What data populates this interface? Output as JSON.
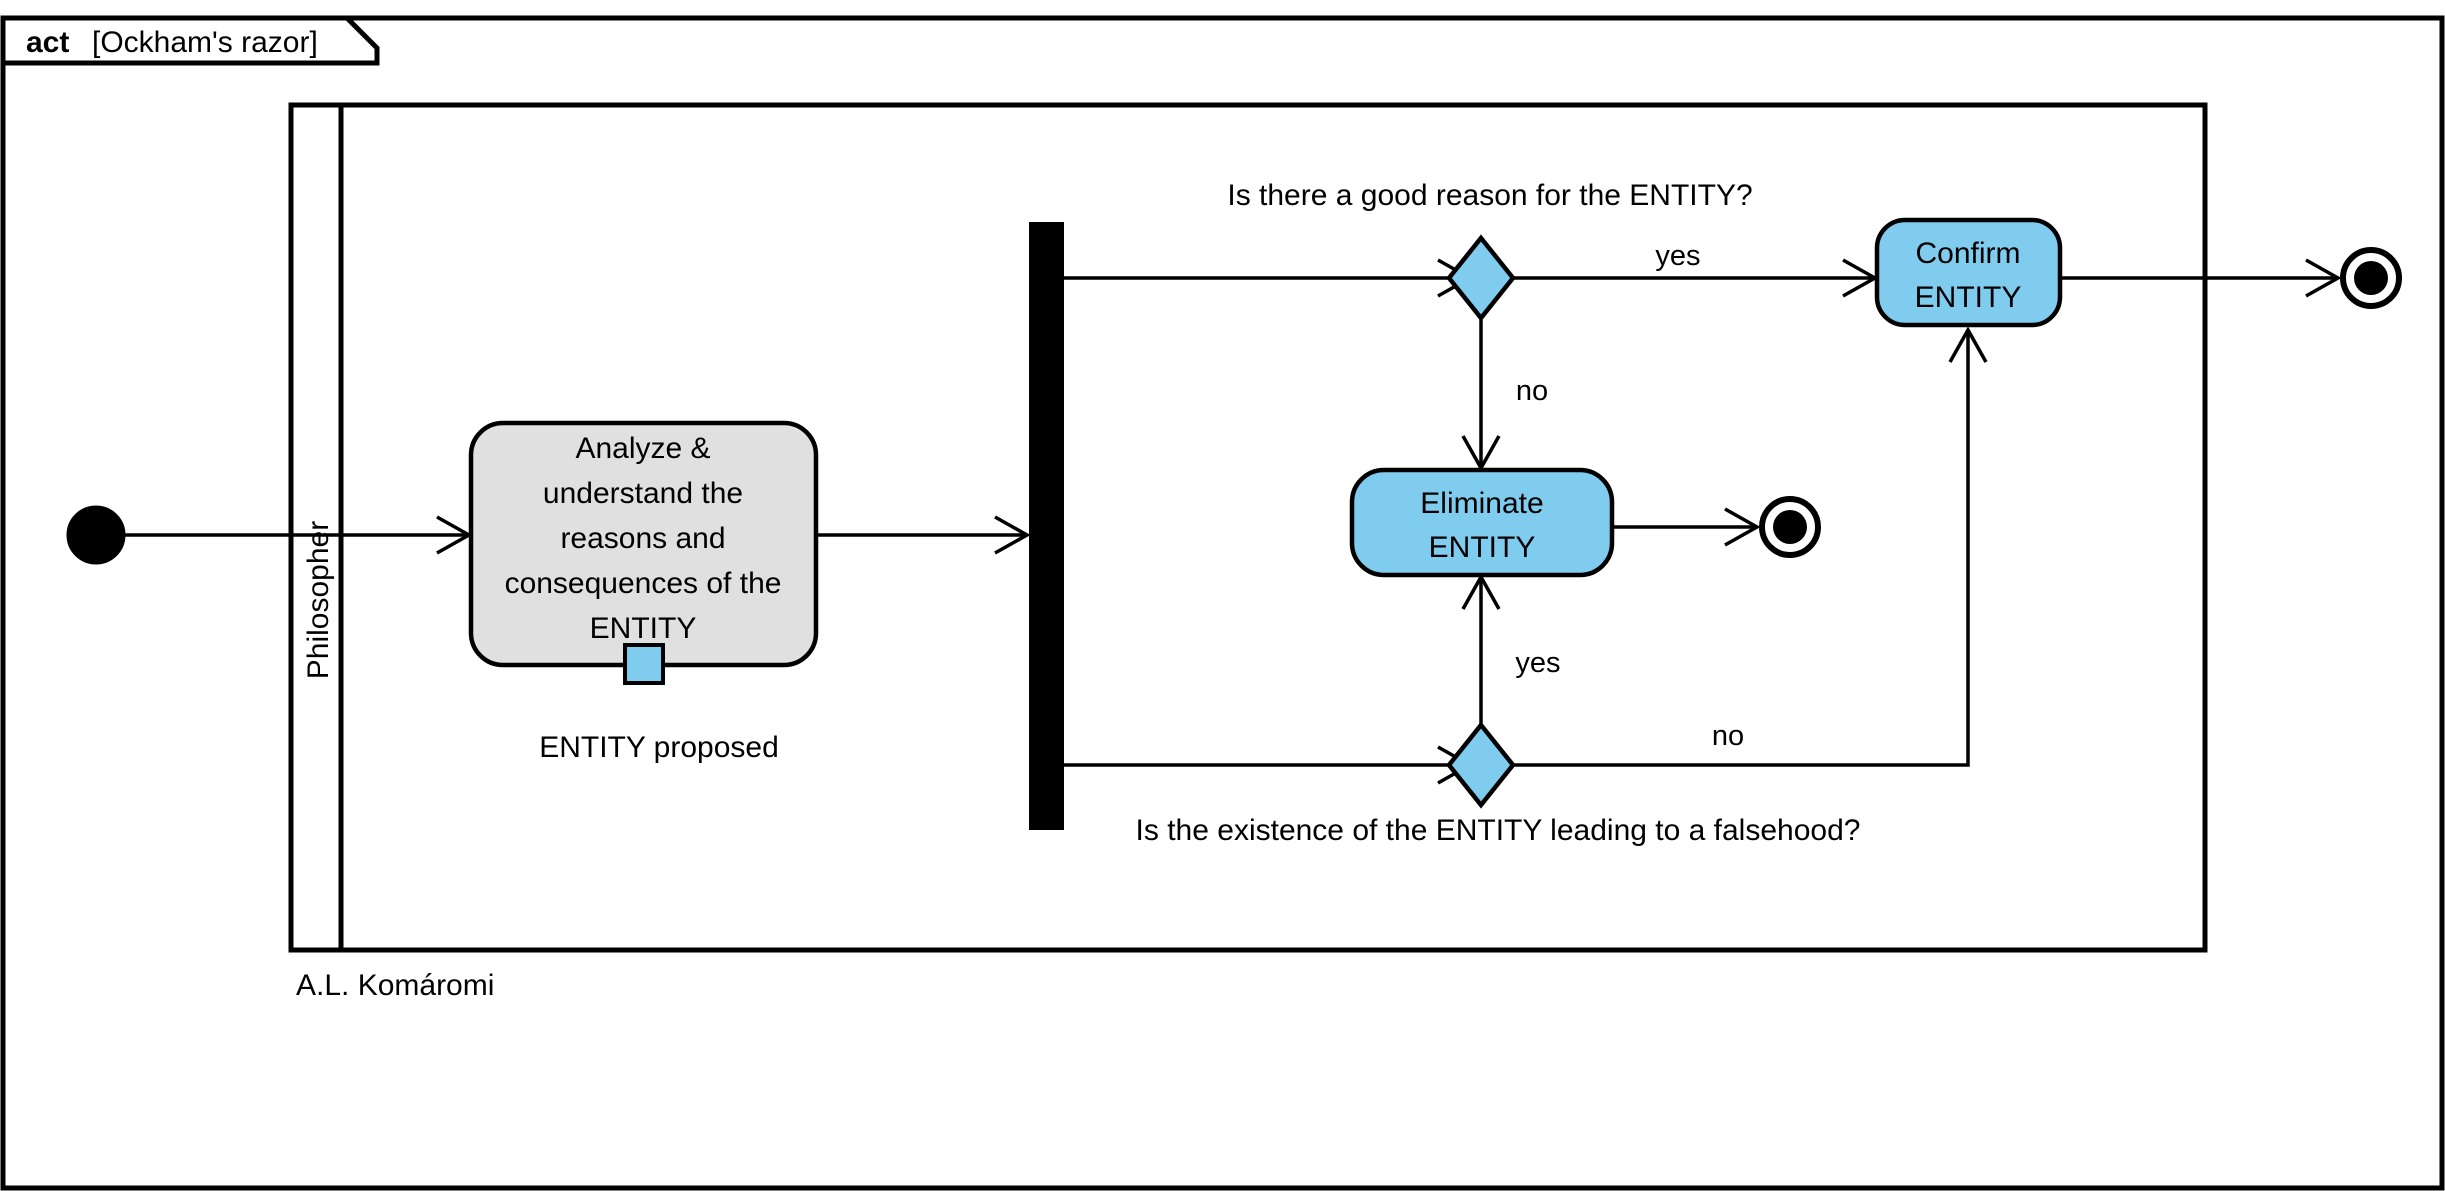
{
  "diagram": {
    "frame_keyword": "act",
    "frame_name": "[Ockham's razor]",
    "author": "A.L. Komáromi",
    "partition_label": "Philosopher",
    "colors": {
      "action_gray": "#E0E0E0",
      "action_blue": "#7FCCEE",
      "decision_blue": "#7FCCEE",
      "pin_blue": "#7FCCEE",
      "stroke": "#000000",
      "background": "#FFFFFF"
    }
  },
  "nodes": {
    "initial": {
      "kind": "initial-node",
      "name": "start"
    },
    "analyze_action": {
      "kind": "action",
      "lines": [
        "Analyze &",
        "understand the",
        "reasons and",
        "consequences of the",
        "ENTITY"
      ],
      "pin_label": "ENTITY proposed"
    },
    "fork": {
      "kind": "fork-node",
      "name": "fork-bar"
    },
    "decision_reason": {
      "kind": "decision",
      "question": "Is there a good reason for the ENTITY?"
    },
    "decision_falsehood": {
      "kind": "decision",
      "question": "Is the existence of the ENTITY leading to a falsehood?"
    },
    "confirm_action": {
      "kind": "action",
      "lines": [
        "Confirm",
        "ENTITY"
      ]
    },
    "eliminate_action": {
      "kind": "action",
      "lines": [
        "Eliminate",
        "ENTITY"
      ]
    },
    "final_confirm": {
      "kind": "activity-final",
      "name": "final-right"
    },
    "final_eliminate": {
      "kind": "activity-final",
      "name": "final-middle"
    }
  },
  "edges": [
    {
      "from": "initial",
      "to": "analyze_action",
      "label": ""
    },
    {
      "from": "analyze_action",
      "to": "fork",
      "label": ""
    },
    {
      "from": "fork",
      "to": "decision_reason",
      "label": ""
    },
    {
      "from": "fork",
      "to": "decision_falsehood",
      "label": ""
    },
    {
      "from": "decision_reason",
      "to": "confirm_action",
      "label": "yes"
    },
    {
      "from": "decision_reason",
      "to": "eliminate_action",
      "label": "no"
    },
    {
      "from": "decision_falsehood",
      "to": "eliminate_action",
      "label": "yes"
    },
    {
      "from": "decision_falsehood",
      "to": "confirm_action",
      "label": "no"
    },
    {
      "from": "confirm_action",
      "to": "final_confirm",
      "label": ""
    },
    {
      "from": "eliminate_action",
      "to": "final_eliminate",
      "label": ""
    }
  ],
  "labels": {
    "yes_top": "yes",
    "no_top": "no",
    "yes_bottom": "yes",
    "no_bottom": "no"
  }
}
